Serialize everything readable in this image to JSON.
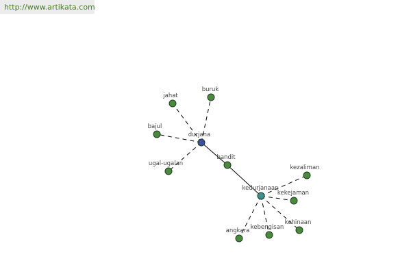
{
  "watermark": "http://www.artikata.com",
  "nodes": {
    "durjana": "durjana",
    "jahat": "jahat",
    "buruk": "buruk",
    "bajul": "bajul",
    "ugal": "ugal-ugalan",
    "bandit": "bandit",
    "kedurjanaan": "kedurjanaan",
    "kezaliman": "kezaliman",
    "kekejaman": "kekejaman",
    "kehinaan": "kehinaan",
    "kebengisan": "kebengisan",
    "angkara": "angkara"
  },
  "colors": {
    "hub_primary": "#3b4fa0",
    "hub_secondary": "#3f8f8f",
    "leaf": "#4a8a3e"
  }
}
